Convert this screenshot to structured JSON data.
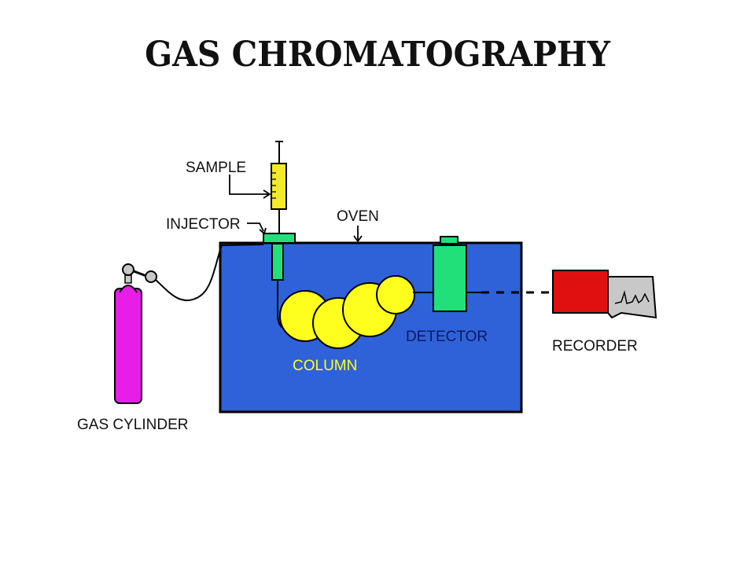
{
  "title": "GAS CHROMATOGRAPHY",
  "labels": {
    "sample": "SAMPLE",
    "injector": "INJECTOR",
    "oven": "OVEN",
    "detector": "DETECTOR",
    "column": "COLUMN",
    "recorder": "RECORDER",
    "gas_cylinder": "GAS CYLINDER"
  },
  "colors": {
    "oven": "#2f62d8",
    "column": "#ffff1e",
    "detector": "#21e07a",
    "syringe": "#f2ea2a",
    "recorder": "#e01010",
    "cylinder": "#e81ee8",
    "outline": "#000000",
    "paper": "#c8c8c8",
    "label_dark": "#111111",
    "label_on_oven_column": "#ffff1e",
    "label_on_oven_detector": "#0a1a60"
  }
}
